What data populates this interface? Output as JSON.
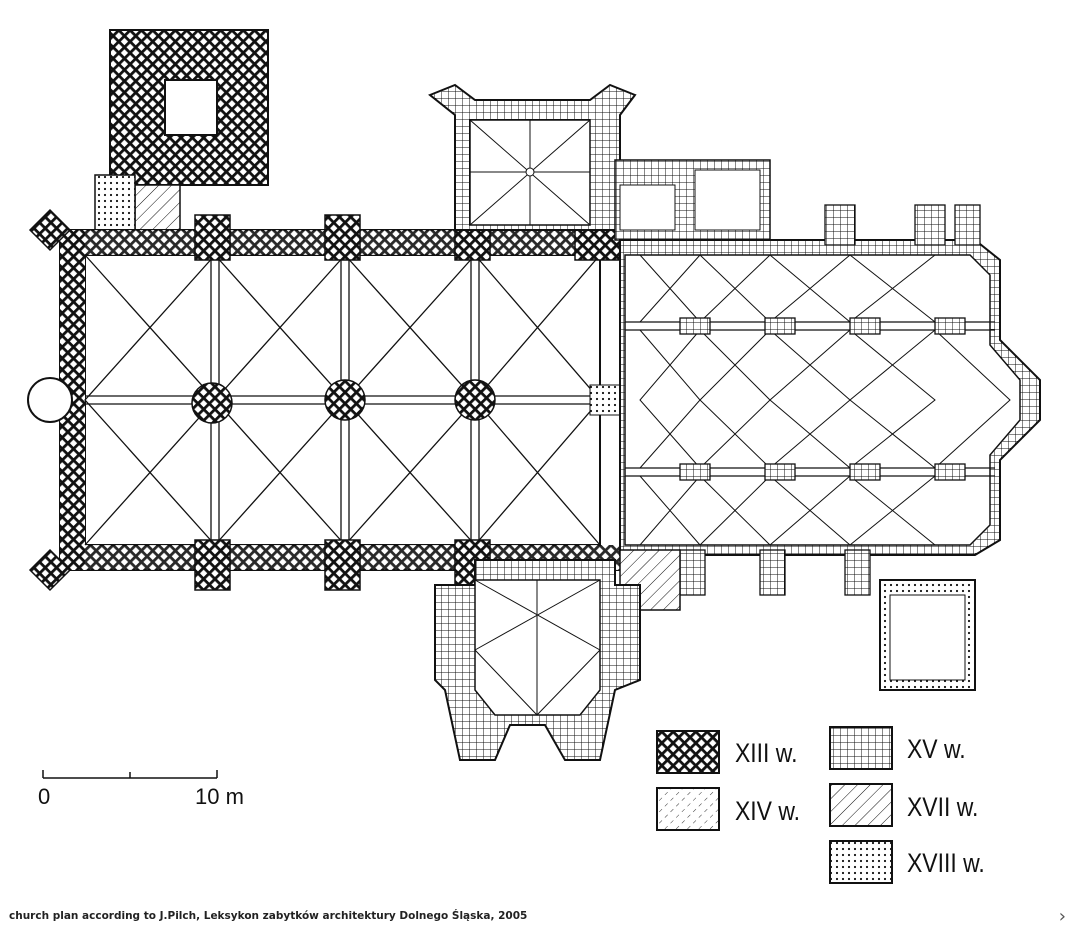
{
  "diagram": {
    "title": "Church floor plan",
    "legend": [
      {
        "label": "XIII w.",
        "pattern": "crosshatch-dense"
      },
      {
        "label": "XIV w.",
        "pattern": "sparse-diagonal-dashes"
      },
      {
        "label": "XV w.",
        "pattern": "square-grid"
      },
      {
        "label": "XVII w.",
        "pattern": "diagonal-lines"
      },
      {
        "label": "XVIII w.",
        "pattern": "dots"
      }
    ],
    "scale_bar": {
      "start_label": "0",
      "end_label": "10 m"
    }
  },
  "caption": "church plan according to J.Pilch, Leksykon zabytków architektury Dolnego Śląska, 2005",
  "navigation": {
    "next_icon": "chevron-right-icon",
    "next_glyph": "›"
  }
}
